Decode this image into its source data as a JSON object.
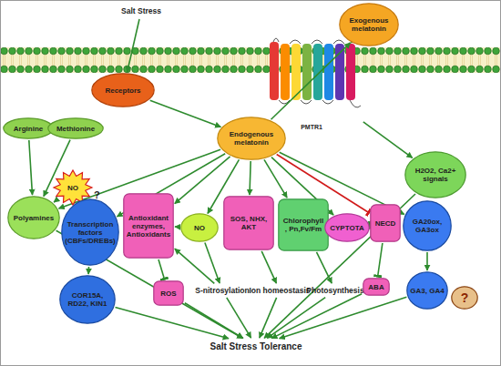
{
  "diagram": {
    "nodes": [
      {
        "text": [
          "Salt Stress"
        ]
      },
      {
        "text": [
          "Exogenous melatonin"
        ]
      },
      {
        "text": [
          "Receptors"
        ]
      },
      {
        "text": [
          "PMTR1"
        ]
      },
      {
        "text": [
          "Arginine"
        ]
      },
      {
        "text": [
          "Methionine"
        ]
      },
      {
        "text": [
          "Endogenous melatonin"
        ]
      },
      {
        "text": [
          "H2O2, Ca2+ signals"
        ]
      },
      {
        "text": [
          "NO"
        ]
      },
      {
        "text": [
          "Polyamines"
        ]
      },
      {
        "text": [
          "Transcription factors (CBFs/DREBs)"
        ]
      },
      {
        "text": [
          "Antioxidant enzymes, Antioxidants"
        ]
      },
      {
        "text": [
          "NO"
        ]
      },
      {
        "text": [
          "SOS, NHX, AKT"
        ]
      },
      {
        "text": [
          "Chlorophyll , Pn,Fv/Fm"
        ]
      },
      {
        "text": [
          "CYPTOTA"
        ]
      },
      {
        "text": [
          "NECD"
        ]
      },
      {
        "text": [
          "GA20ox, GA3ox"
        ]
      },
      {
        "text": [
          "COR15A, RD22, KIN1"
        ]
      },
      {
        "text": [
          "ROS"
        ]
      },
      {
        "text": [
          "S-nitrosylation"
        ]
      },
      {
        "text": [
          "Ion homeostasis"
        ]
      },
      {
        "text": [
          "Photosynthesis"
        ]
      },
      {
        "text": [
          "ABA"
        ]
      },
      {
        "text": [
          "GA3, GA4"
        ]
      },
      {
        "text": [
          "?"
        ]
      },
      {
        "text": [
          "Salt Stress Tolerance"
        ]
      }
    ],
    "edges": [
      {
        "from": 0,
        "to": 2,
        "arrow": "to"
      },
      {
        "from": 2,
        "to": 6,
        "arrow": "to"
      },
      {
        "from": 6,
        "to": 1,
        "arrow": "to"
      },
      {
        "from": 1,
        "to": 3,
        "arrow": "to"
      },
      {
        "from": 3,
        "to": 7,
        "arrow": "to"
      },
      {
        "from": 4,
        "to": 9,
        "arrow": "to"
      },
      {
        "from": 5,
        "to": 9,
        "arrow": "to"
      },
      {
        "from": 6,
        "to": 9,
        "arrow": "to"
      },
      {
        "from": 8,
        "to": 9,
        "arrow": "to"
      },
      {
        "from": 6,
        "to": 10,
        "arrow": "to"
      },
      {
        "from": 6,
        "to": 11,
        "arrow": "to"
      },
      {
        "from": 6,
        "to": 12,
        "arrow": "to"
      },
      {
        "from": 6,
        "to": 13,
        "arrow": "to"
      },
      {
        "from": 6,
        "to": 14,
        "arrow": "to"
      },
      {
        "from": 6,
        "to": 15,
        "arrow": "to"
      },
      {
        "from": 6,
        "to": 16,
        "arrow": "to"
      },
      {
        "from": 6,
        "to": 17,
        "arrow": "to"
      },
      {
        "from": 10,
        "to": 18,
        "arrow": "to"
      },
      {
        "from": 11,
        "to": 19,
        "arrow": "to"
      },
      {
        "from": 12,
        "to": 11,
        "arrow": "to"
      },
      {
        "from": 12,
        "to": 20,
        "arrow": "to"
      },
      {
        "from": 20,
        "to": 11,
        "arrow": "to"
      },
      {
        "from": 13,
        "to": 21,
        "arrow": "to"
      },
      {
        "from": 14,
        "to": 22,
        "arrow": "to"
      },
      {
        "from": 15,
        "to": 16,
        "arrow": "to"
      },
      {
        "from": 16,
        "to": 23,
        "arrow": "to"
      },
      {
        "from": 17,
        "to": 24,
        "arrow": "to"
      },
      {
        "from": 9,
        "to": 26,
        "arrow": "to"
      },
      {
        "from": 18,
        "to": 26,
        "arrow": "to"
      },
      {
        "from": 19,
        "to": 26,
        "arrow": "to"
      },
      {
        "from": 20,
        "to": 26,
        "arrow": "to"
      },
      {
        "from": 21,
        "to": 26,
        "arrow": "to"
      },
      {
        "from": 22,
        "to": 26,
        "arrow": "to"
      },
      {
        "from": 23,
        "to": 26,
        "arrow": "to"
      },
      {
        "from": 24,
        "to": 26,
        "arrow": "to"
      },
      {
        "from": 7,
        "to": 26,
        "arrow": "to"
      }
    ],
    "labels": [
      "?"
    ]
  }
}
